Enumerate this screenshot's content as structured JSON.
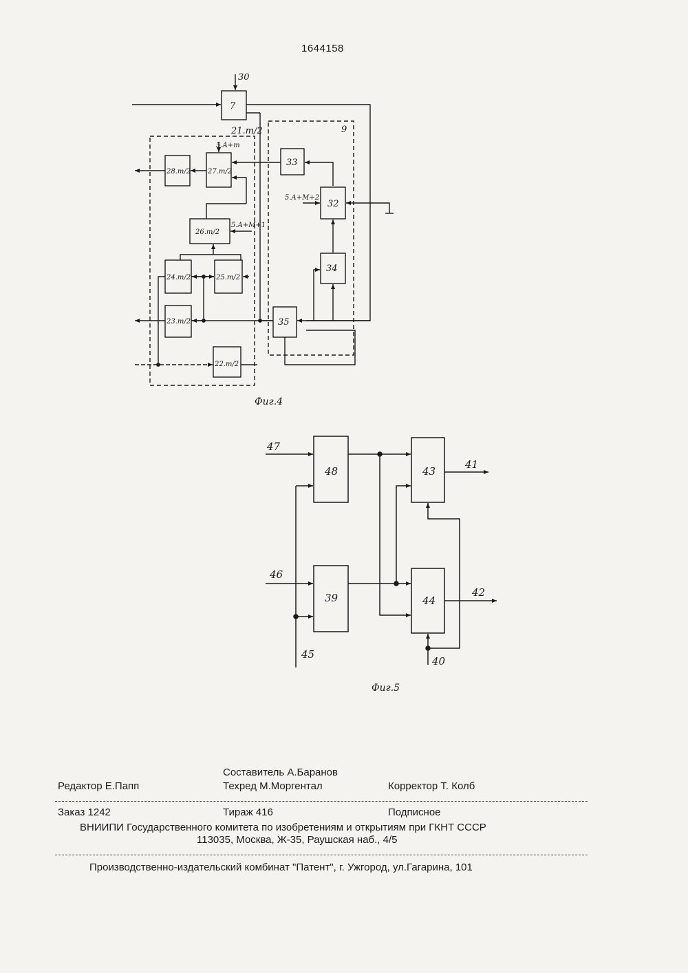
{
  "header": {
    "patent_number": "1644158"
  },
  "fig4": {
    "caption": "Фиг.4",
    "input_label": "30",
    "blocks": {
      "b7": "7",
      "b9": "9",
      "b33": "33",
      "b32": "32",
      "b34": "34",
      "b35": "35",
      "b28": "28.m/2",
      "b27": "27.m/2",
      "b26": "26.m/2",
      "b24": "24.m/2",
      "b25": "25.m/2",
      "b23": "23.m/2",
      "b22": "22.m/2"
    },
    "labels": {
      "group21": "21.m/2",
      "in_5am": "5.A+m",
      "in_5amm2": "5.A+M+2",
      "in_5amm1": "5.A+M+1"
    }
  },
  "fig5": {
    "caption": "Фиг.5",
    "blocks": {
      "b48": "48",
      "b39": "39",
      "b43": "43",
      "b44": "44"
    },
    "io": {
      "in47": "47",
      "in46": "46",
      "in45": "45",
      "in40": "40",
      "out41": "41",
      "out42": "42"
    }
  },
  "imprint": {
    "compiler": "Составитель А.Баранов",
    "editor": "Редактор Е.Папп",
    "techred": "Техред М.Моргентал",
    "corrector": "Корректор  Т. Колб",
    "order": "Заказ  1242",
    "circulation": "Тираж 416",
    "subscription": "Подписное",
    "org_line1": "ВНИИПИ Государственного комитета по изобретениям и открытиям при ГКНТ СССР",
    "org_line2": "113035, Москва, Ж-35, Раушская наб., 4/5",
    "publisher": "Производственно-издательский комбинат \"Патент\", г. Ужгород, ул.Гагарина, 101"
  }
}
